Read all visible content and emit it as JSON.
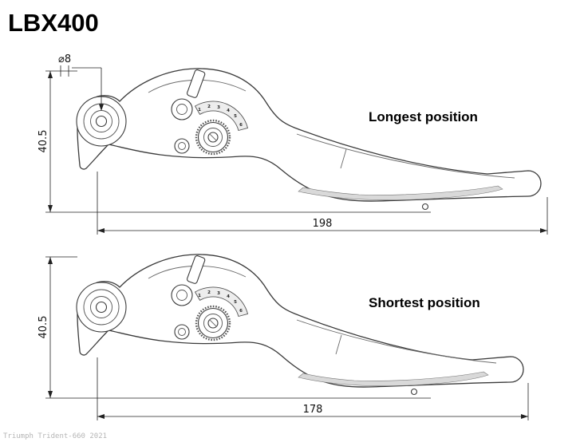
{
  "title": "LBX400",
  "watermark": "Triumph Trident-660 2021",
  "top_figure": {
    "position_label": "Longest position",
    "length_dim": "198",
    "height_dim": "40.5",
    "diameter_dim": "⌀8"
  },
  "bottom_figure": {
    "position_label": "Shortest position",
    "length_dim": "178",
    "height_dim": "40.5"
  },
  "adjuster_scale": [
    "1",
    "2",
    "3",
    "4",
    "5",
    "6"
  ]
}
